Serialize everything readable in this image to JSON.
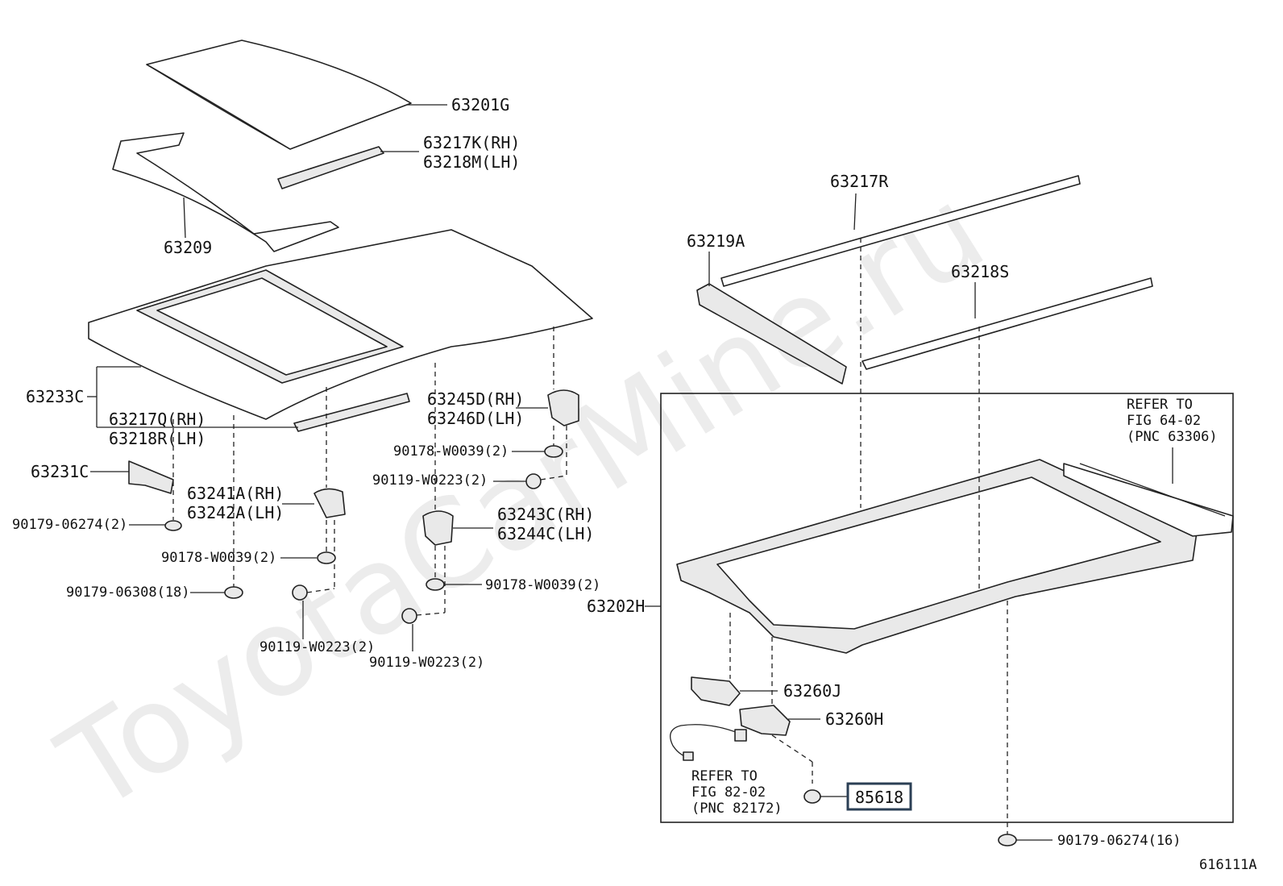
{
  "watermark": "ToyotaCarMine.ru",
  "figure_id": "616111A",
  "labels": {
    "p63201G": "63201G",
    "p63217K": "63217K(RH)",
    "p63218M": "63218M(LH)",
    "p63209": "63209",
    "p63233C": "63233C",
    "p63217Q": "63217Q(RH)",
    "p63218R": "63218R(LH)",
    "p63231C": "63231C",
    "p90179_06274_2": "90179-06274(2)",
    "p63241A": "63241A(RH)",
    "p63242A": "63242A(LH)",
    "p90178_W0039_2a": "90178-W0039(2)",
    "p90179_06308": "90179-06308(18)",
    "p90119_W0223_2a": "90119-W0223(2)",
    "p63245D": "63245D(RH)",
    "p63246D": "63246D(LH)",
    "p90178_W0039_2b": "90178-W0039(2)",
    "p90119_W0223_2b": "90119-W0223(2)",
    "p63243C": "63243C(RH)",
    "p63244C": "63244C(LH)",
    "p90178_W0039_2c": "90178-W0039(2)",
    "p90119_W0223_2c": "90119-W0223(2)",
    "p63217R": "63217R",
    "p63219A": "63219A",
    "p63218S": "63218S",
    "p63202H": "63202H",
    "p63260J": "63260J",
    "p63260H": "63260H",
    "p85618": "85618",
    "p90179_06274_16": "90179-06274(16)"
  },
  "refer_boxes": {
    "fig64": {
      "line1": "REFER TO",
      "line2": "FIG 64-02",
      "line3": "(PNC 63306)"
    },
    "fig82": {
      "line1": "REFER TO",
      "line2": "FIG 82-02",
      "line3": "(PNC 82172)"
    }
  },
  "highlight_color": "#2b3f55"
}
